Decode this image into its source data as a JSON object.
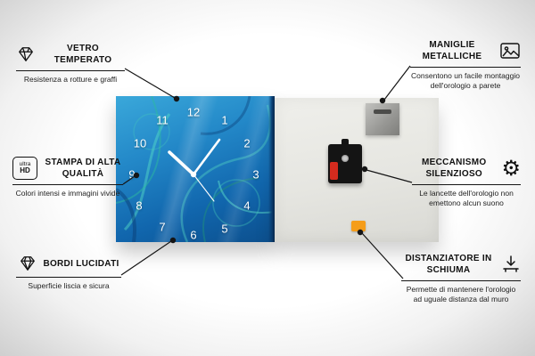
{
  "clock": {
    "numbers": [
      "12",
      "1",
      "2",
      "3",
      "4",
      "5",
      "6",
      "7",
      "8",
      "9",
      "10",
      "11"
    ],
    "front_color_top": "#3aa8da",
    "front_color_bottom": "#0c4f8d",
    "back_color": "#e6e6e1",
    "spacer_color": "#f59d1a",
    "battery_color": "#d42b1e",
    "hands_color": "#ffffff"
  },
  "callouts": {
    "left": [
      {
        "title": "Vetro temperato",
        "desc": "Resistenza a rotture e graffi",
        "icon": "diamond-icon"
      },
      {
        "title": "Stampa di alta qualità",
        "desc": "Colori intensi e immagini vivide",
        "icon": "ultra-hd-icon",
        "icon_line1": "ultra",
        "icon_line2": "HD"
      },
      {
        "title": "Bordi lucidati",
        "desc": "Superficie liscia e sicura",
        "icon": "gem-icon"
      }
    ],
    "right": [
      {
        "title": "Maniglie metalliche",
        "desc": "Consentono un facile montaggio dell'orologio a parete",
        "icon": "picture-icon"
      },
      {
        "title": "Meccanismo silenzioso",
        "desc": "Le lancette dell'orologio non emettono alcun suono",
        "icon": "gear-icon",
        "icon_glyph": "⚙"
      },
      {
        "title": "Distanziatore in schiuma",
        "desc": "Permette di mantenere l'orologio ad uguale distanza dal muro",
        "icon": "spacer-icon"
      }
    ]
  }
}
